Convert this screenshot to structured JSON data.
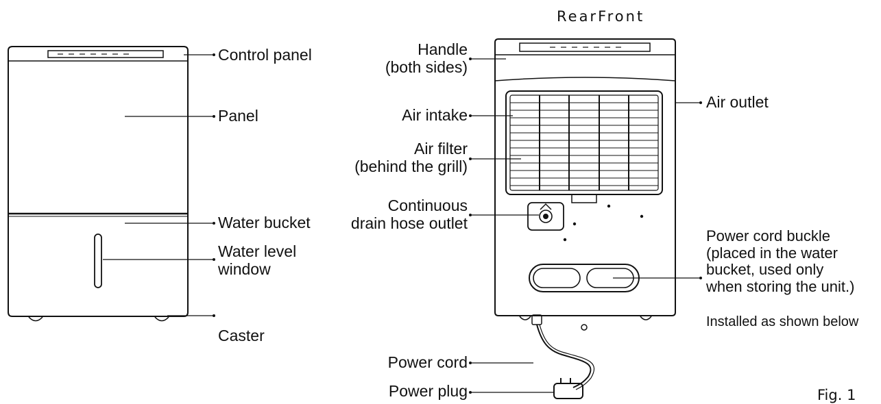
{
  "view_title": "RearFront",
  "figure_label": "Fig. 1",
  "front_labels": {
    "control_panel": "Control panel",
    "panel": "Panel",
    "water_bucket": "Water bucket",
    "water_level_window": [
      "Water level",
      "window"
    ],
    "caster": "Caster"
  },
  "rear_labels": {
    "handle": [
      "Handle",
      "(both sides)"
    ],
    "air_intake": "Air intake",
    "air_filter": [
      "Air filter",
      "(behind the grill)"
    ],
    "drain_hose_outlet": [
      "Continuous",
      "drain hose outlet"
    ],
    "power_cord": "Power cord",
    "power_plug": "Power plug",
    "air_outlet": "Air outlet",
    "power_cord_buckle": [
      "Power cord buckle",
      "(placed in the water",
      "bucket, used only",
      "when storing the unit.)"
    ],
    "installed_note": "Installed as shown below"
  }
}
